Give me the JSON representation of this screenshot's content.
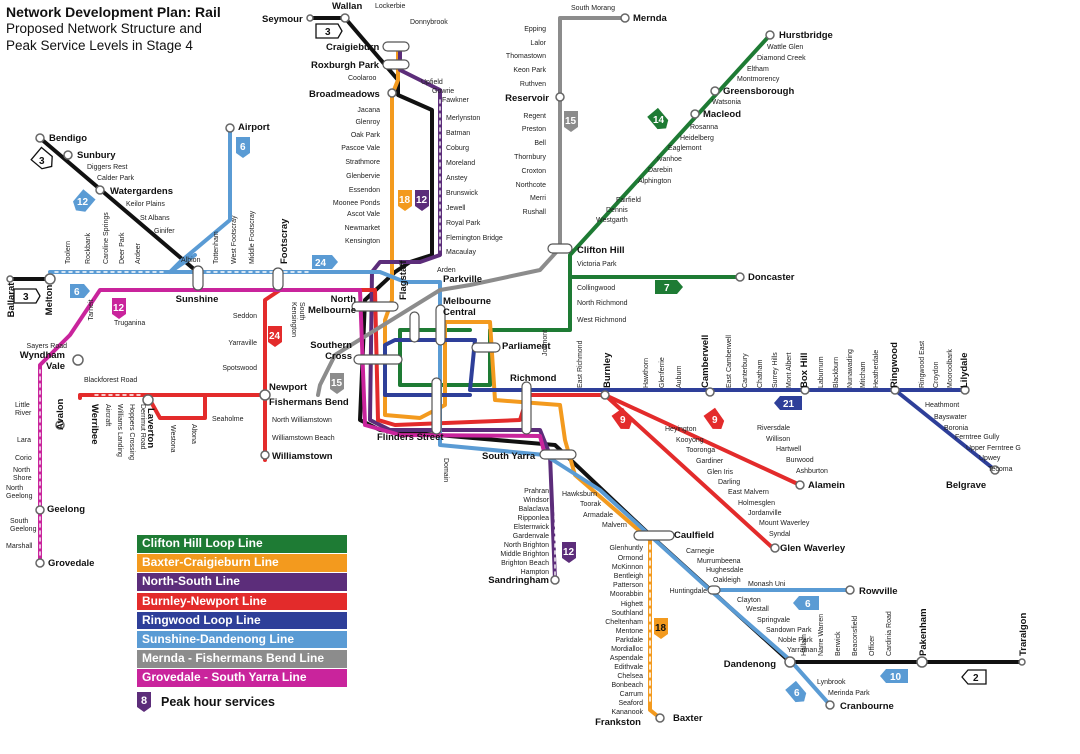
{
  "title": {
    "line1": "Network Development Plan: Rail",
    "line2": "Proposed Network Structure and",
    "line3": "Peak Service Levels in Stage 4"
  },
  "colors": {
    "clifton_hill": "#1e7b34",
    "baxter_craigieburn": "#f39a1e",
    "north_south": "#5c2d7a",
    "burnley_newport": "#e32b2b",
    "ringwood": "#2e3f99",
    "sunshine_dandenong": "#5a9bd4",
    "mernda_fishermans": "#8c8c8c",
    "grovedale_south_yarra": "#c9249c",
    "regional": "#111111"
  },
  "legend": [
    {
      "label": "Clifton Hill Loop Line",
      "color": "#1e7b34"
    },
    {
      "label": "Baxter-Craigieburn Line",
      "color": "#f39a1e"
    },
    {
      "label": "North-South Line",
      "color": "#5c2d7a"
    },
    {
      "label": "Burnley-Newport Line",
      "color": "#e32b2b"
    },
    {
      "label": "Ringwood Loop Line",
      "color": "#2e3f99"
    },
    {
      "label": "Sunshine-Dandenong Line",
      "color": "#5a9bd4"
    },
    {
      "label": "Mernda - Fishermans Bend Line",
      "color": "#8c8c8c"
    },
    {
      "label": "Grovedale - South Yarra Line",
      "color": "#c9249c"
    }
  ],
  "peak": {
    "badge": "8",
    "label": "Peak hour services"
  },
  "stations": {
    "wallan": "Wallan",
    "lockerbie": "Lockerbie",
    "seymour": "Seymour",
    "donnybrook": "Donnybrook",
    "craigieburn": "Craigieburn",
    "roxburgh_park": "Roxburgh Park",
    "coolaroo": "Coolaroo",
    "broadmeadows": "Broadmeadows",
    "upfield": "Upfield",
    "gowrie": "Gowrie",
    "fawkner": "Fawkner",
    "jacana": "Jacana",
    "glenroy": "Glenroy",
    "oak_park": "Oak Park",
    "pascoe_vale": "Pascoe Vale",
    "strathmore": "Strathmore",
    "glenbervie": "Glenbervie",
    "essendon": "Essendon",
    "moonee_ponds": "Moonee Ponds",
    "ascot_vale": "Ascot Vale",
    "newmarket": "Newmarket",
    "kensington": "Kensington",
    "merlynston": "Merlynston",
    "batman": "Batman",
    "coburg": "Coburg",
    "moreland": "Moreland",
    "anstey": "Anstey",
    "brunswick": "Brunswick",
    "jewell": "Jewell",
    "royal_park": "Royal Park",
    "flemington_bridge": "Flemington Bridge",
    "macaulay": "Macaulay",
    "south_morang": "South Morang",
    "mernda": "Mernda",
    "epping": "Epping",
    "lalor": "Lalor",
    "thomastown": "Thomastown",
    "keon_park": "Keon Park",
    "ruthven": "Ruthven",
    "reservoir": "Reservoir",
    "regent": "Regent",
    "preston": "Preston",
    "bell": "Bell",
    "thornbury": "Thornbury",
    "croxton": "Croxton",
    "northcote": "Northcote",
    "merri": "Merri",
    "rushall": "Rushall",
    "hurstbridge": "Hurstbridge",
    "wattle_glen": "Wattle Glen",
    "diamond_creek": "Diamond Creek",
    "eltham": "Eltham",
    "montmorency": "Montmorency",
    "greensborough": "Greensborough",
    "watsonia": "Watsonia",
    "macleod": "Macleod",
    "rosanna": "Rosanna",
    "heidelberg": "Heidelberg",
    "eaglemont": "Eaglemont",
    "ivanhoe": "Ivanhoe",
    "darebin": "Darebin",
    "alphington": "Alphington",
    "fairfield": "Fairfield",
    "dennis": "Dennis",
    "westgarth": "Westgarth",
    "clifton_hill": "Clifton Hill",
    "victoria_park": "Victoria Park",
    "collingwood": "Collingwood",
    "north_richmond": "North Richmond",
    "west_richmond": "West Richmond",
    "doncaster": "Doncaster",
    "bendigo": "Bendigo",
    "sunbury": "Sunbury",
    "diggers_rest": "Diggers Rest",
    "calder_park": "Calder Park",
    "watergardens": "Watergardens",
    "keilor_plains": "Keilor Plains",
    "st_albans": "St Albans",
    "ginifer": "Ginifer",
    "airport": "Airport",
    "albion": "Albion",
    "footscray": "Footscray",
    "middle_footscray": "Middle Footscray",
    "west_footscray": "West Footscray",
    "tottenham": "Tottenham",
    "ardeer": "Ardeer",
    "deer_park": "Deer Park",
    "caroline_springs": "Caroline Springs",
    "rockbank": "Rockbank",
    "toolern": "Toolern",
    "ballarat": "Ballarat",
    "melton": "Melton",
    "sunshine": "Sunshine",
    "tarneit": "Tarneit",
    "truganina": "Truganina",
    "sayers_road": "Sayers Road",
    "wyndham_vale": "Wyndham\nVale",
    "blackforest_road": "Blackforest Road",
    "little_river": "Little\nRiver",
    "lara": "Lara",
    "corio": "Corio",
    "north_shore": "North\nShore",
    "north_geelong": "North\nGeelong",
    "geelong": "Geelong",
    "south_geelong": "South\nGeelong",
    "marshall": "Marshall",
    "grovedale": "Grovedale",
    "avalon": "Avalon",
    "werribee": "Werribee",
    "aircraft": "Aircraft",
    "williams_landing": "Williams Landing",
    "hoppers_crossing": "Hoppers Crossing",
    "derrimut_road": "Derrimut Road",
    "laverton": "Laverton",
    "westona": "Westona",
    "altona": "Altona",
    "seaholme": "Seaholme",
    "seddon": "Seddon",
    "yarraville": "Yarraville",
    "spotswood": "Spotswood",
    "newport": "Newport",
    "fishermans_bend": "Fishermans Bend",
    "north_williamstown": "North Williamstown",
    "williamstown_beach": "Williamstown Beach",
    "williamstown": "Williamstown",
    "south_kensington": "South\nKensington",
    "north_melbourne": "North\nMelbourne",
    "arden": "Arden",
    "parkville": "Parkville",
    "flagstaff": "Flagstaff",
    "melbourne_central": "Melbourne\nCentral",
    "parliament": "Parliament",
    "southern_cross": "Southern\nCross",
    "flinders_street": "Flinders Street",
    "jolimont": "Jolimont",
    "domain": "Domain",
    "south_yarra": "South Yarra",
    "richmond": "Richmond",
    "east_richmond": "East Richmond",
    "burnley": "Burnley",
    "hawthorn": "Hawthorn",
    "glenferrie": "Glenferrie",
    "auburn": "Auburn",
    "camberwell": "Camberwell",
    "east_camberwell": "East Camberwell",
    "canterbury": "Canterbury",
    "chatham": "Chatham",
    "surrey_hills": "Surrey Hills",
    "mont_albert": "Mont Albert",
    "box_hill": "Box Hill",
    "laburnum": "Laburnum",
    "blackburn": "Blackburn",
    "nunawading": "Nunawading",
    "mitcham": "Mitcham",
    "heatherdale": "Heatherdale",
    "ringwood": "Ringwood",
    "ringwood_east": "Ringwood East",
    "croydon": "Croydon",
    "mooroolbark": "Mooroolbark",
    "lilydale": "Lilydale",
    "heathmont": "Heathmont",
    "bayswater": "Bayswater",
    "boronia": "Boronia",
    "ferntree_gully": "Ferntree Gully",
    "upper_ferntree_g": "Upper Ferntree G",
    "upwey": "Upwey",
    "tecoma": "Tecoma",
    "belgrave": "Belgrave",
    "heyington": "Heyington",
    "kooyong": "Kooyong",
    "tooronga": "Tooronga",
    "gardiner": "Gardiner",
    "glen_iris": "Glen Iris",
    "darling": "Darling",
    "east_malvern": "East Malvern",
    "holmesglen": "Holmesglen",
    "jordanville": "Jordanville",
    "mount_waverley": "Mount Waverley",
    "syndal": "Syndal",
    "glen_waverley": "Glen Waverley",
    "riversdale": "Riversdale",
    "willison": "Willison",
    "hartwell": "Hartwell",
    "burwood": "Burwood",
    "ashburton": "Ashburton",
    "alamein": "Alamein",
    "prahran": "Prahran",
    "windsor": "Windsor",
    "balaclava": "Balaclava",
    "ripponlea": "Ripponlea",
    "elsternwick": "Elsternwick",
    "gardenvale": "Gardenvale",
    "north_brighton": "North Brighton",
    "middle_brighton": "Middle Brighton",
    "brighton_beach": "Brighton Beach",
    "hampton": "Hampton",
    "sandringham": "Sandringham",
    "hawksburn": "Hawksburn",
    "toorak": "Toorak",
    "armadale": "Armadale",
    "malvern": "Malvern",
    "caulfield": "Caulfield",
    "glenhuntly": "Glenhuntly",
    "ormond": "Ormond",
    "mckinnon": "McKinnon",
    "bentleigh": "Bentleigh",
    "patterson": "Patterson",
    "moorabbin": "Moorabbin",
    "highett": "Highett",
    "southland": "Southland",
    "cheltenham": "Cheltenham",
    "mentone": "Mentone",
    "parkdale": "Parkdale",
    "mordialloc": "Mordialloc",
    "aspendale": "Aspendale",
    "edithvale": "Edithvale",
    "chelsea": "Chelsea",
    "bonbeach": "Bonbeach",
    "carrum": "Carrum",
    "seaford": "Seaford",
    "kananook": "Kananook",
    "frankston": "Frankston",
    "baxter": "Baxter",
    "carnegie": "Carnegie",
    "murrumbeena": "Murrumbeena",
    "hughesdale": "Hughesdale",
    "oakleigh": "Oakleigh",
    "huntingdale": "Huntingdale",
    "monash_uni": "Monash Uni",
    "rowville": "Rowville",
    "clayton": "Clayton",
    "westall": "Westall",
    "springvale": "Springvale",
    "sandown_park": "Sandown Park",
    "noble_park": "Noble Park",
    "yarraman": "Yarraman",
    "dandenong": "Dandenong",
    "hallam": "Hallam",
    "narre_warren": "Narre Warren",
    "berwick": "Berwick",
    "beaconsfield": "Beaconsfield",
    "officer": "Officer",
    "cardinia_road": "Cardinia Road",
    "pakenham": "Pakenham",
    "traralgon": "Traralgon",
    "lynbrook": "Lynbrook",
    "merinda_park": "Merinda Park",
    "cranbourne": "Cranbourne"
  },
  "badges": {
    "b3_seymour": "3",
    "b15_reservoir": "15",
    "b14_hurst": "14",
    "b6_airport": "6",
    "b3_bendigo": "3",
    "b12_sunbury": "12",
    "b18_craig": "18",
    "b12_upfield": "12",
    "b24_foots": "24",
    "b6_melton": "6",
    "b3_ballarat": "3",
    "b12_truganina": "12",
    "b24_newport": "24",
    "b15_fishermans": "15",
    "b7_doncaster": "7",
    "b9_heyington": "9",
    "b9_riversdale": "9",
    "b21_boxhill": "21",
    "b12_sandringham": "12",
    "b18_frankston": "18",
    "b6_rowville": "6",
    "b10_pakenham": "10",
    "b2_traralgon": "2",
    "b6_cranbourne": "6"
  }
}
